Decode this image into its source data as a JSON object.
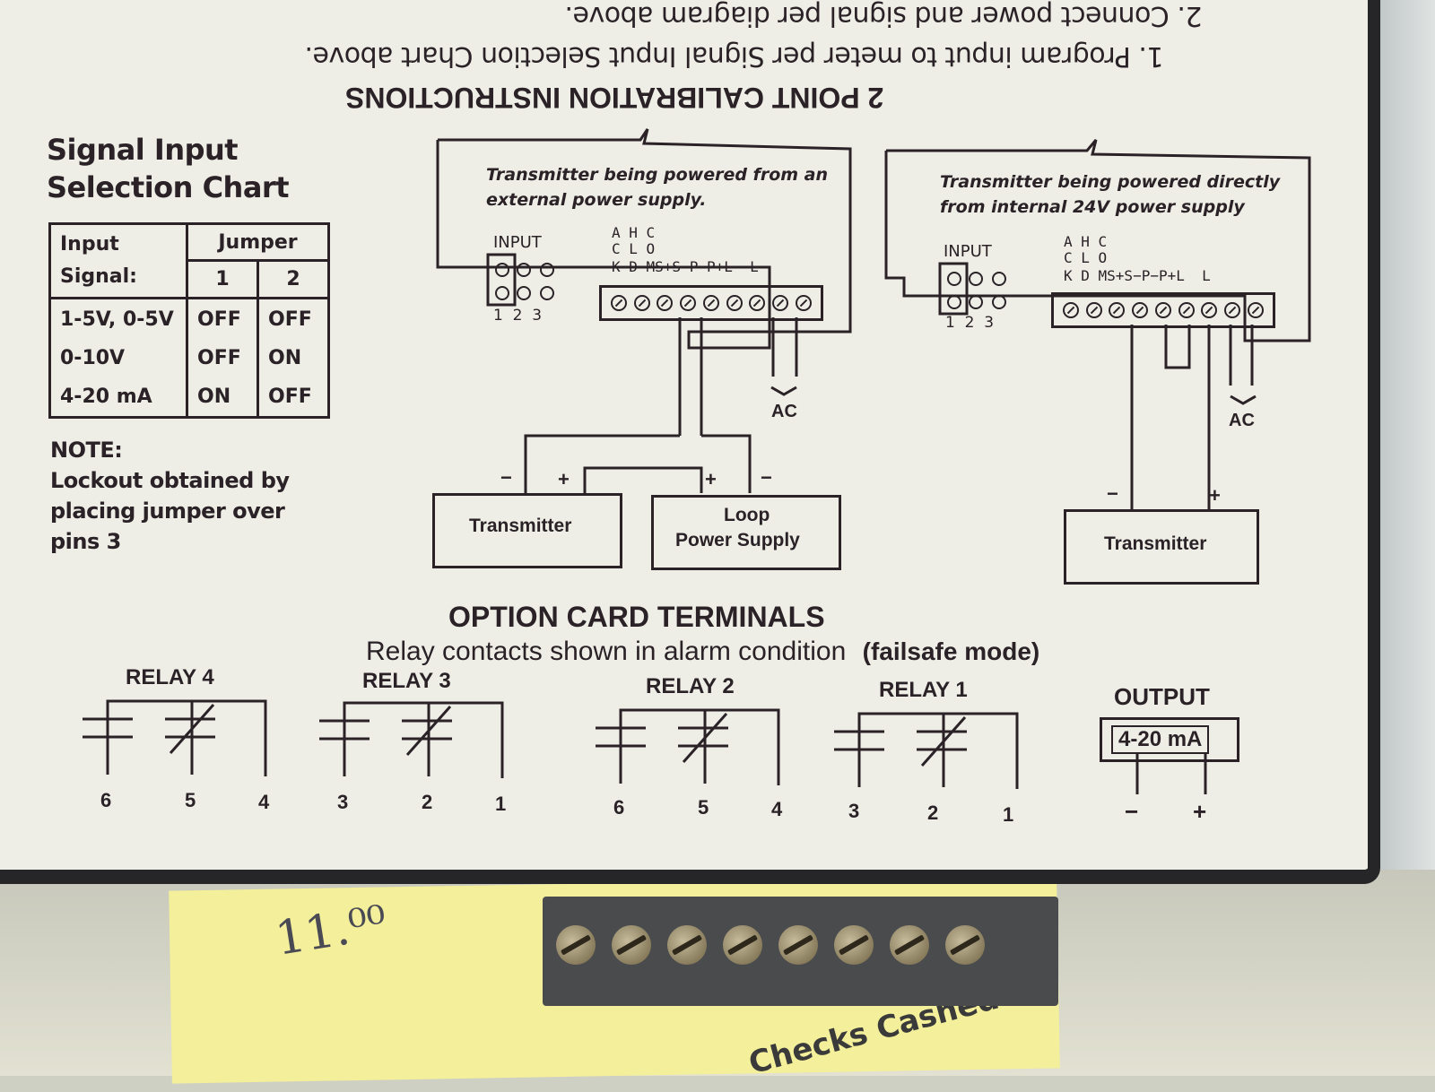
{
  "calibration": {
    "title": "2 POINT CALIBRATION INSTRUCTIONS",
    "step1": "1.  Program input to meter per Signal Input Selection Chart above.",
    "step2": "2.  Connect power and signal per diagram above."
  },
  "chart": {
    "title_line1": "Signal Input",
    "title_line2": "Selection Chart",
    "header_input": "Input\nSignal:",
    "header_jumper": "Jumper",
    "col1": "1",
    "col2": "2",
    "rows": [
      {
        "signal": "1-5V, 0-5V",
        "j1": "OFF",
        "j2": "OFF"
      },
      {
        "signal": "0-10V",
        "j1": "OFF",
        "j2": "ON"
      },
      {
        "signal": "4-20 mA",
        "j1": "ON",
        "j2": "OFF"
      }
    ]
  },
  "note": {
    "title": "NOTE:",
    "line1": "Lockout obtained by",
    "line2": "placing jumper over",
    "line3": "pins 3"
  },
  "diagram_left": {
    "caption1": "Transmitter being powered from an",
    "caption2": "external power supply.",
    "input_label": "INPUT",
    "pins": "1  2  3",
    "term_row1": "A H C",
    "term_row2": "C L O",
    "term_row3": "K D MS+S−P−P+L  L",
    "ac": "AC",
    "box1": "Transmitter",
    "box2_line1": "Loop",
    "box2_line2": "Power Supply",
    "minus1": "−",
    "plus1": "+",
    "plus2": "+",
    "minus2": "−"
  },
  "diagram_right": {
    "caption1": "Transmitter being powered directly",
    "caption2": "from internal 24V power supply",
    "input_label": "INPUT",
    "pins": "1  2  3",
    "term_row1": "A H C",
    "term_row2": "C L O",
    "term_row3": "K D MS+S−P−P+L  L",
    "ac": "AC",
    "box1": "Transmitter",
    "minus": "−",
    "plus": "+"
  },
  "option": {
    "title": "OPTION CARD TERMINALS",
    "subtitle": "Relay contacts shown in alarm condition",
    "subtitle_bold": "(failsafe mode)"
  },
  "relays": [
    {
      "label": "RELAY 4",
      "n1": "6",
      "n2": "5",
      "n3": "4"
    },
    {
      "label": "RELAY 3",
      "n1": "3",
      "n2": "2",
      "n3": "1"
    },
    {
      "label": "RELAY 2",
      "n1": "6",
      "n2": "5",
      "n3": "4"
    },
    {
      "label": "RELAY 1",
      "n1": "3",
      "n2": "2",
      "n3": "1"
    }
  ],
  "output": {
    "label": "OUTPUT",
    "box": "4-20 mA",
    "minus": "−",
    "plus": "+"
  },
  "postit": {
    "handwriting": "11.⁰⁰",
    "print": "Checks Cashed"
  }
}
